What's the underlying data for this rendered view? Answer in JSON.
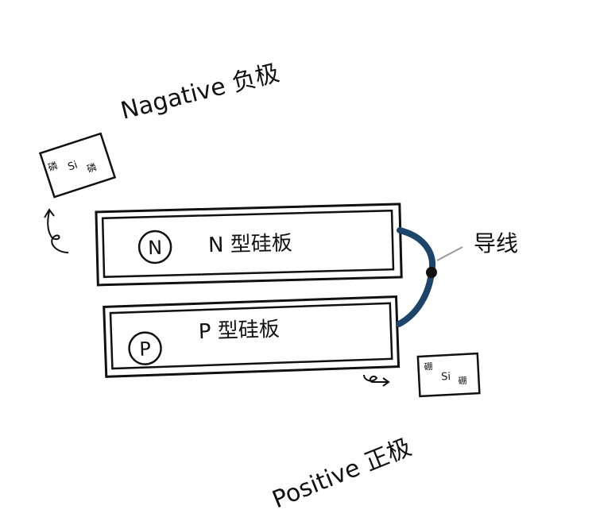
{
  "labels": {
    "negative": "Nagative 负极",
    "positive": "Positive 正极",
    "n_plate": "N 型硅板",
    "p_plate": "P 型硅板",
    "n_symbol": "N",
    "p_symbol": "P",
    "wire": "导线"
  },
  "doping_boxes": {
    "n_box": {
      "left": "磷",
      "center": "Si",
      "right": "磷"
    },
    "p_box": {
      "left": "硼",
      "center": "Si",
      "right": "硼"
    }
  },
  "colors": {
    "wire": "#1d4569",
    "ink": "#111111",
    "leader": "#999999"
  }
}
